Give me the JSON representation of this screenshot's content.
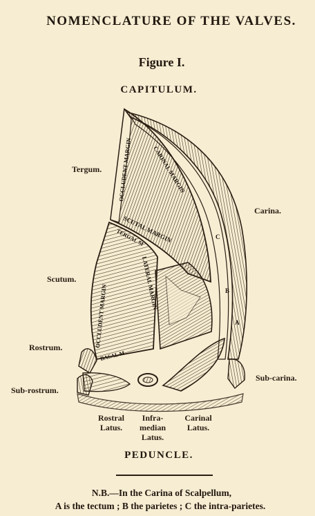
{
  "header": {
    "title": "NOMENCLATURE OF THE VALVES.",
    "figure": "Figure I.",
    "section_top": "CAPITULUM.",
    "section_bottom": "PEDUNCLE."
  },
  "labels": {
    "tergum": "Tergum.",
    "carina": "Carina.",
    "scutum": "Scutum.",
    "rostrum": "Rostrum.",
    "sub_rostrum": "Sub-rostrum.",
    "sub_carina": "Sub-carina.",
    "rostral_latus_1": "Rostral",
    "rostral_latus_2": "Latus.",
    "infra_median_1": "Infra-",
    "infra_median_2": "median",
    "infra_median_3": "Latus.",
    "carinal_latus_1": "Carinal",
    "carinal_latus_2": "Latus."
  },
  "margins": {
    "occludent_tergum": "OCCLUDENT MARGIN",
    "carinal_margin": "CARINAL MARGIN",
    "scutal_margin": "SCUTAL MARGIN",
    "tergal_margin": "TERGAL M",
    "occludent_scutum": "OCCLUDENT MARGIN",
    "lateral_margin": "LATERAL MARGIN",
    "basal_margin": "BASAL M",
    "letter_a": "A",
    "letter_b": "B",
    "letter_c": "C"
  },
  "note": {
    "line1": "N.B.—In the Carina of Scalpellum,",
    "line2": "A is the tectum ; B the parietes ; C the intra-parietes."
  }
}
